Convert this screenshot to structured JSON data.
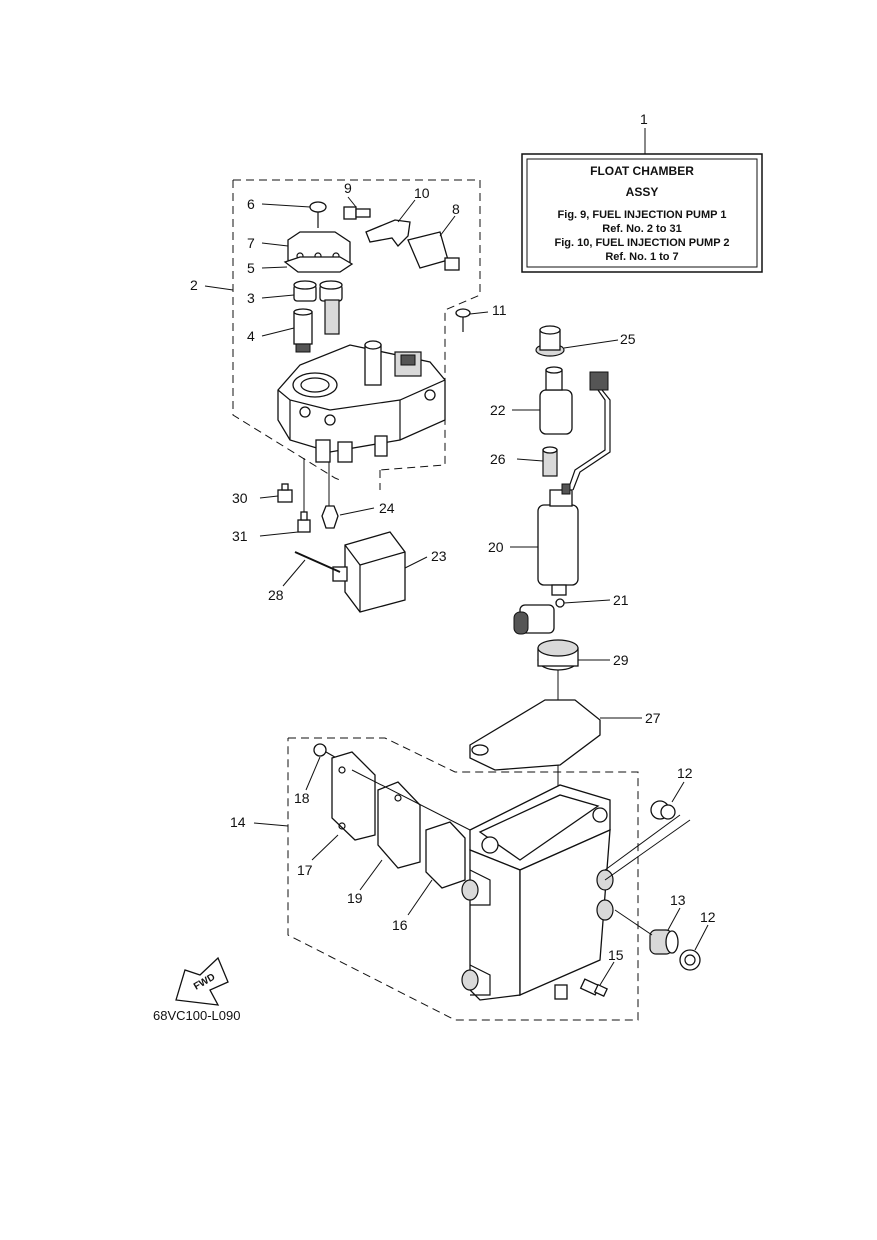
{
  "title_box": {
    "ref": "1",
    "line1": "FLOAT CHAMBER",
    "line2": "ASSY",
    "line3": "Fig. 9, FUEL INJECTION PUMP 1",
    "line4": "Ref. No. 2 to 31",
    "line5": "Fig. 10, FUEL INJECTION PUMP 2",
    "line6": "Ref. No. 1 to 7"
  },
  "callouts": [
    "2",
    "3",
    "4",
    "5",
    "6",
    "7",
    "8",
    "9",
    "10",
    "11",
    "12",
    "12",
    "13",
    "14",
    "15",
    "16",
    "17",
    "18",
    "19",
    "20",
    "21",
    "22",
    "23",
    "24",
    "25",
    "26",
    "27",
    "28",
    "29",
    "30",
    "31"
  ],
  "fwd_label": "FWD",
  "figure_code": "68VC100-L090"
}
